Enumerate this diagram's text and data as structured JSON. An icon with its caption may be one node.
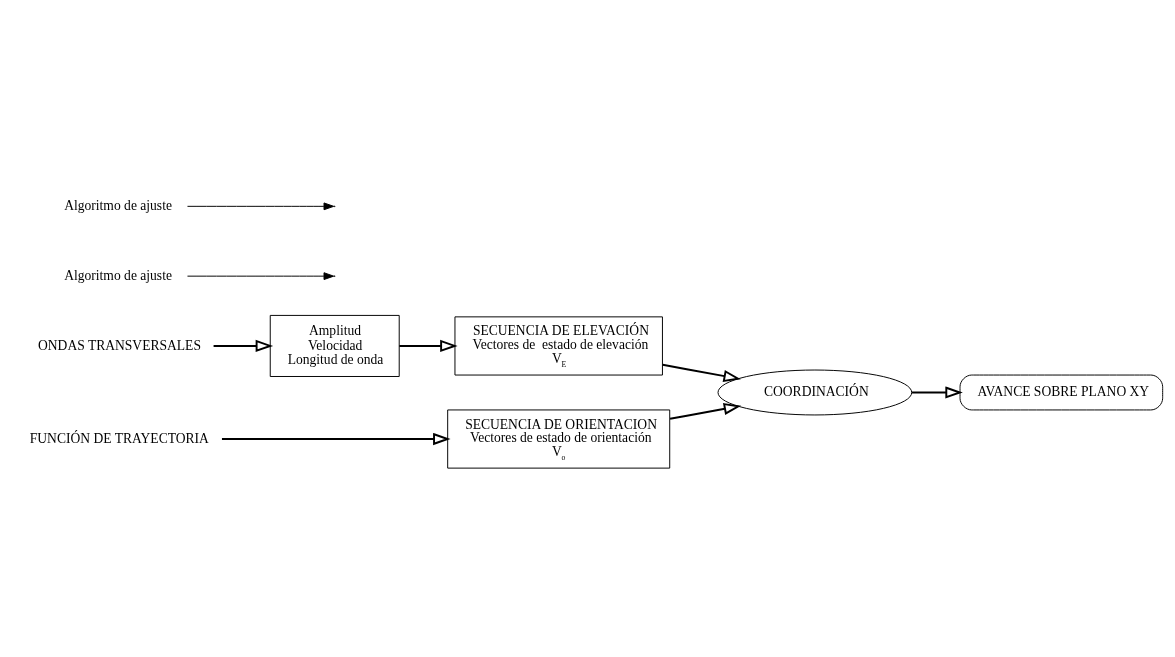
{
  "diagram": {
    "nodes": [
      {
        "text": [
          "ONDAS TRANSVERSALES"
        ]
      },
      {
        "text": [
          "Amplitud",
          "Velocidad",
          "Longitud de onda"
        ]
      },
      {
        "text": [
          "Algoritmo de ajuste"
        ]
      },
      {
        "text": [
          "SECUENCIA DE ELEVACIÓN",
          "Vectores de  estado de elevación",
          "V$_{E}$"
        ]
      },
      {
        "text": [
          "COORDINACIÓN"
        ]
      },
      {
        "text": [
          "AVANCE SOBRE PLANO XY"
        ]
      },
      {
        "text": [
          "Algoritmo de ajuste"
        ]
      },
      {
        "text": [
          "FUNCIÓN DE TRAYECTORIA"
        ]
      },
      {
        "text": [
          "SECUENCIA DE ORIENTACION",
          "Vectores de estado de orientación",
          "V$_{o}$"
        ]
      }
    ],
    "edges": [
      {
        "from": 0,
        "to": 1,
        "arrow": "to"
      },
      {
        "from": 1,
        "to": 3,
        "arrow": "to"
      },
      {
        "from": 2,
        "to": null,
        "arrow": "to"
      },
      {
        "from": 3,
        "to": 4,
        "arrow": "to"
      },
      {
        "from": 8,
        "to": 4,
        "arrow": "to"
      },
      {
        "from": 4,
        "to": 5,
        "arrow": "to"
      },
      {
        "from": 6,
        "to": null,
        "arrow": "to"
      },
      {
        "from": 7,
        "to": 8,
        "arrow": "to"
      }
    ]
  }
}
